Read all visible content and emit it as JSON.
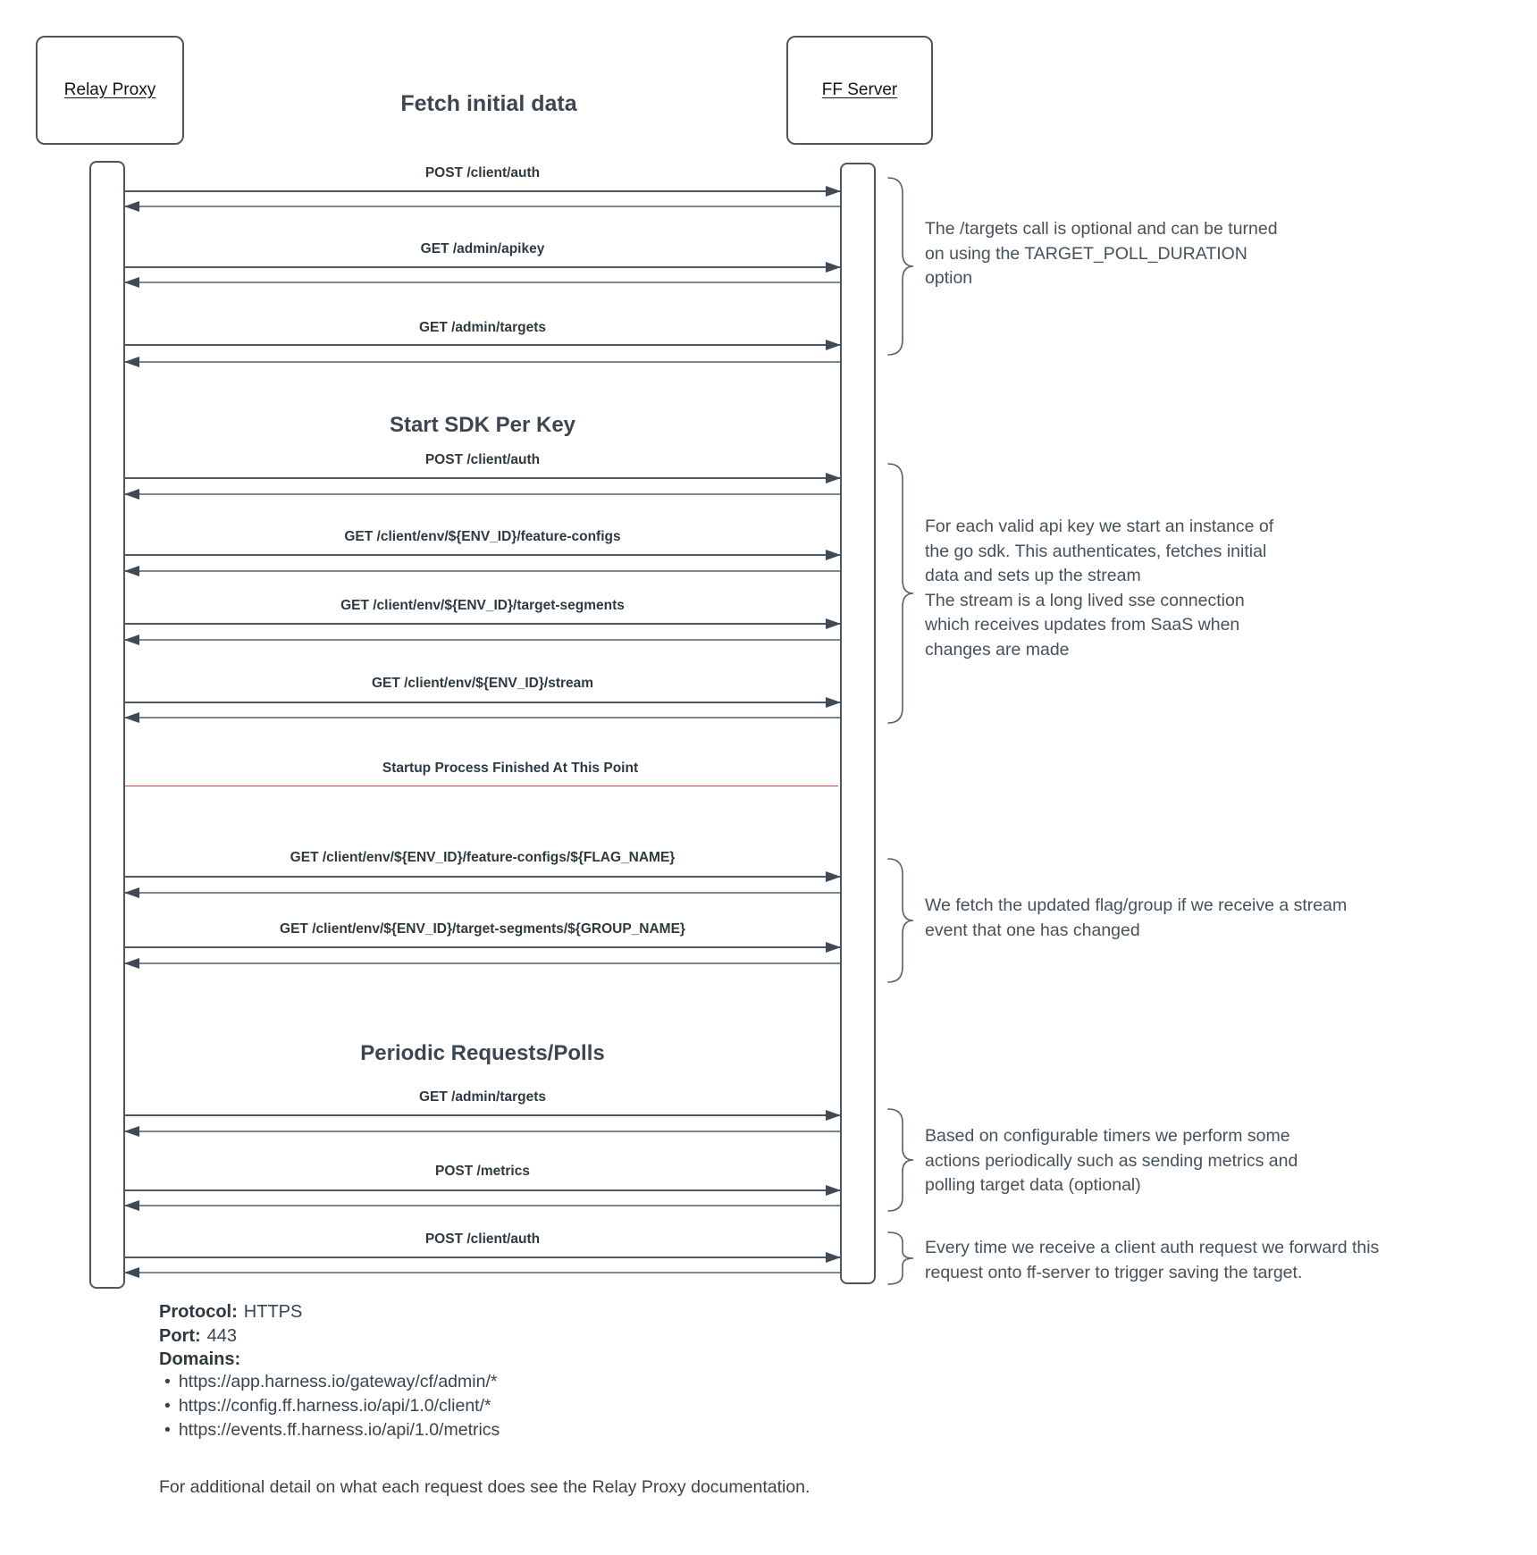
{
  "title": "Fetch initial data",
  "actors": {
    "left": "Relay Proxy",
    "right": "FF Server"
  },
  "sections": {
    "sdk": "Start SDK Per Key",
    "periodic": "Periodic Requests/Polls"
  },
  "divider": {
    "label": "Startup Process Finished At This Point",
    "color": "#c94949"
  },
  "messages": [
    {
      "label": "POST /client/auth"
    },
    {
      "label": "GET /admin/apikey"
    },
    {
      "label": "GET /admin/targets"
    },
    {
      "label": "POST /client/auth"
    },
    {
      "label": "GET /client/env/${ENV_ID}/feature-configs"
    },
    {
      "label": "GET /client/env/${ENV_ID}/target-segments"
    },
    {
      "label": "GET /client/env/${ENV_ID}/stream"
    },
    {
      "label": "GET /client/env/${ENV_ID}/feature-configs/${FLAG_NAME}"
    },
    {
      "label": "GET /client/env/${ENV_ID}/target-segments/${GROUP_NAME}"
    },
    {
      "label": "GET /admin/targets"
    },
    {
      "label": "POST /metrics"
    },
    {
      "label": "POST /client/auth"
    }
  ],
  "annotations": [
    {
      "text": "The /targets call is optional and can be turned\non using the TARGET_POLL_DURATION\noption"
    },
    {
      "text": "For each valid api key we start an instance of\nthe go sdk. This authenticates, fetches initial\ndata and sets up the stream\nThe stream is a long lived sse connection\nwhich receives updates from SaaS when\nchanges are made"
    },
    {
      "text": "We fetch the updated flag/group if we receive a stream\nevent that one has changed"
    },
    {
      "text": "Based on configurable timers we perform some\nactions periodically such as sending metrics and\npolling target data (optional)"
    },
    {
      "text": "Every time we receive a client auth request we forward this\nrequest onto ff-server to trigger saving the target."
    }
  ],
  "footer": {
    "protocol_label": "Protocol:",
    "protocol_value": "HTTPS",
    "port_label": "Port:",
    "port_value": "443",
    "domains_label": "Domains:",
    "bullet": "•",
    "domains": [
      "https://app.harness.io/gateway/cf/admin/*",
      "https://config.ff.harness.io/api/1.0/client/*",
      "https://events.ff.harness.io/api/1.0/metrics"
    ],
    "note": "For additional detail on what each request does see the Relay Proxy documentation."
  },
  "colors": {
    "request_line": "#4d5a66",
    "response_line": "#7f868e",
    "arrowhead": "#3f4a54",
    "divider_red": "#c94949",
    "text": "#2e3941"
  }
}
